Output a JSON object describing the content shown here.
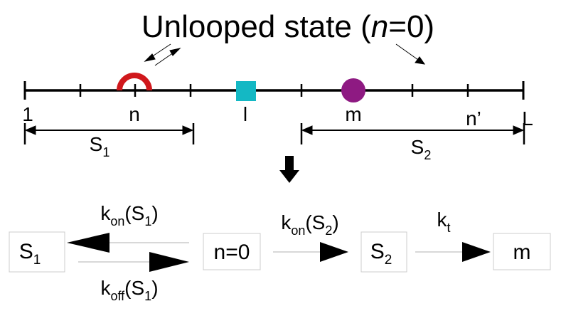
{
  "title": {
    "prefix": "Unlooped state (",
    "var": "n",
    "suffix": "=0)"
  },
  "line": {
    "start_label": "1",
    "end_label": "L",
    "n_label": "n",
    "l_label": "l",
    "m_label": "m",
    "nprime_label": "n’",
    "s1": {
      "base": "S",
      "sub": "1"
    },
    "s2": {
      "base": "S",
      "sub": "2"
    }
  },
  "scheme": {
    "box_s1": {
      "base": "S",
      "sub": "1"
    },
    "box_n0": "n=0",
    "box_s2": {
      "base": "S",
      "sub": "2"
    },
    "box_m": "m",
    "kon_s1": {
      "k": "k",
      "sub": "on",
      "arg_open": "(S",
      "arg_sub": "1",
      "arg_close": ")"
    },
    "koff_s1": {
      "k": "k",
      "sub": "off",
      "arg_open": "(S",
      "arg_sub": "1",
      "arg_close": ")"
    },
    "kon_s2": {
      "k": "k",
      "sub": "on",
      "arg_open": "(S",
      "arg_sub": "2",
      "arg_close": ")"
    },
    "kt": {
      "k": "k",
      "sub": "t"
    }
  },
  "colors": {
    "loop_marker": "#d0181c",
    "l_marker": "#14b8c4",
    "m_marker": "#8e1a82",
    "line": "#000000",
    "box_border": "#cccccc",
    "faint_line": "#cccccc"
  }
}
